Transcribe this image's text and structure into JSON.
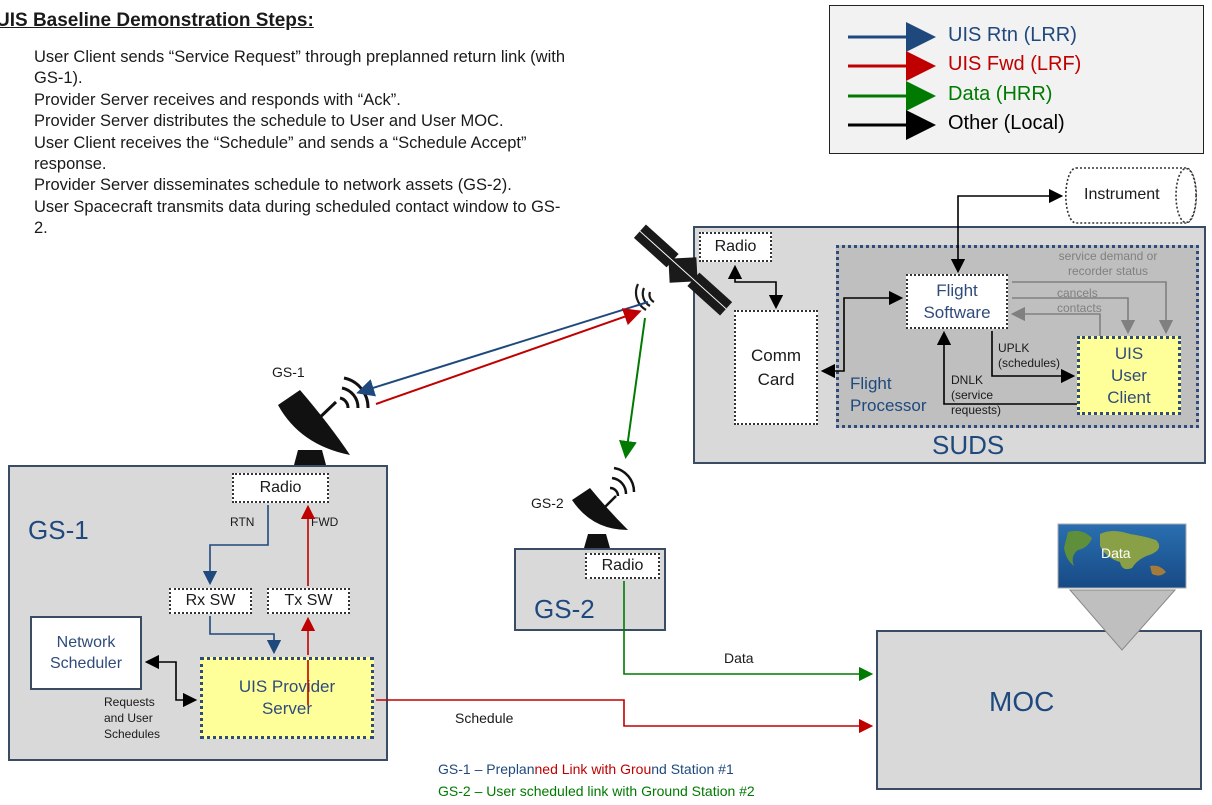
{
  "title": "UIS Baseline Demonstration Steps:",
  "steps": [
    "User Client sends “Service Request” through preplanned return link (with GS-1).",
    "Provider Server receives and responds with “Ack”.",
    "Provider Server distributes the schedule to User and User MOC.",
    "User Client receives the “Schedule” and sends a “Schedule Accept” response.",
    "Provider Server disseminates schedule to network assets (GS-2).",
    "User Spacecraft transmits data during scheduled contact window to GS-2."
  ],
  "legend": [
    {
      "label": "UIS Rtn (LRR)",
      "color": "#1f497d"
    },
    {
      "label": "UIS Fwd (LRF)",
      "color": "#c00000"
    },
    {
      "label": "Data (HRR)",
      "color": "#007a00"
    },
    {
      "label": "Other (Local)",
      "color": "#000000"
    }
  ],
  "suds": {
    "name": "SUDS",
    "radio": "Radio",
    "comm_card": "Comm Card",
    "flight_processor": "Flight Processor",
    "flight_software": "Flight Software",
    "uis_user_client": "UIS User Client",
    "instrument": "Instrument",
    "service_demand": "service demand or recorder status",
    "cancels": "cancels",
    "contacts": "contacts",
    "uplk": "UPLK (schedules)",
    "dnlk": "DNLK (service requests)"
  },
  "gs1": {
    "name": "GS-1",
    "antenna_label": "GS-1",
    "radio": "Radio",
    "rtn": "RTN",
    "fwd": "FWD",
    "rx_sw": "Rx SW",
    "tx_sw": "Tx SW",
    "network_scheduler": "Network Scheduler",
    "provider_server": "UIS Provider Server",
    "requests": "Requests and User Schedules"
  },
  "gs2": {
    "name": "GS-2",
    "antenna_label": "GS-2",
    "radio": "Radio"
  },
  "moc": {
    "name": "MOC",
    "data_label": "Data",
    "schedule_label": "Schedule",
    "map_label": "Data"
  },
  "footnote": {
    "line1_a": "GS-1 – Preplan",
    "line1_b": "ned Link with Grou",
    "line1_c": "nd Station #1",
    "line2": "GS-2 – User scheduled link with Ground Station #2"
  },
  "colors": {
    "rtn": "#1f497d",
    "fwd": "#c00000",
    "data": "#007a00",
    "local": "#000000"
  }
}
